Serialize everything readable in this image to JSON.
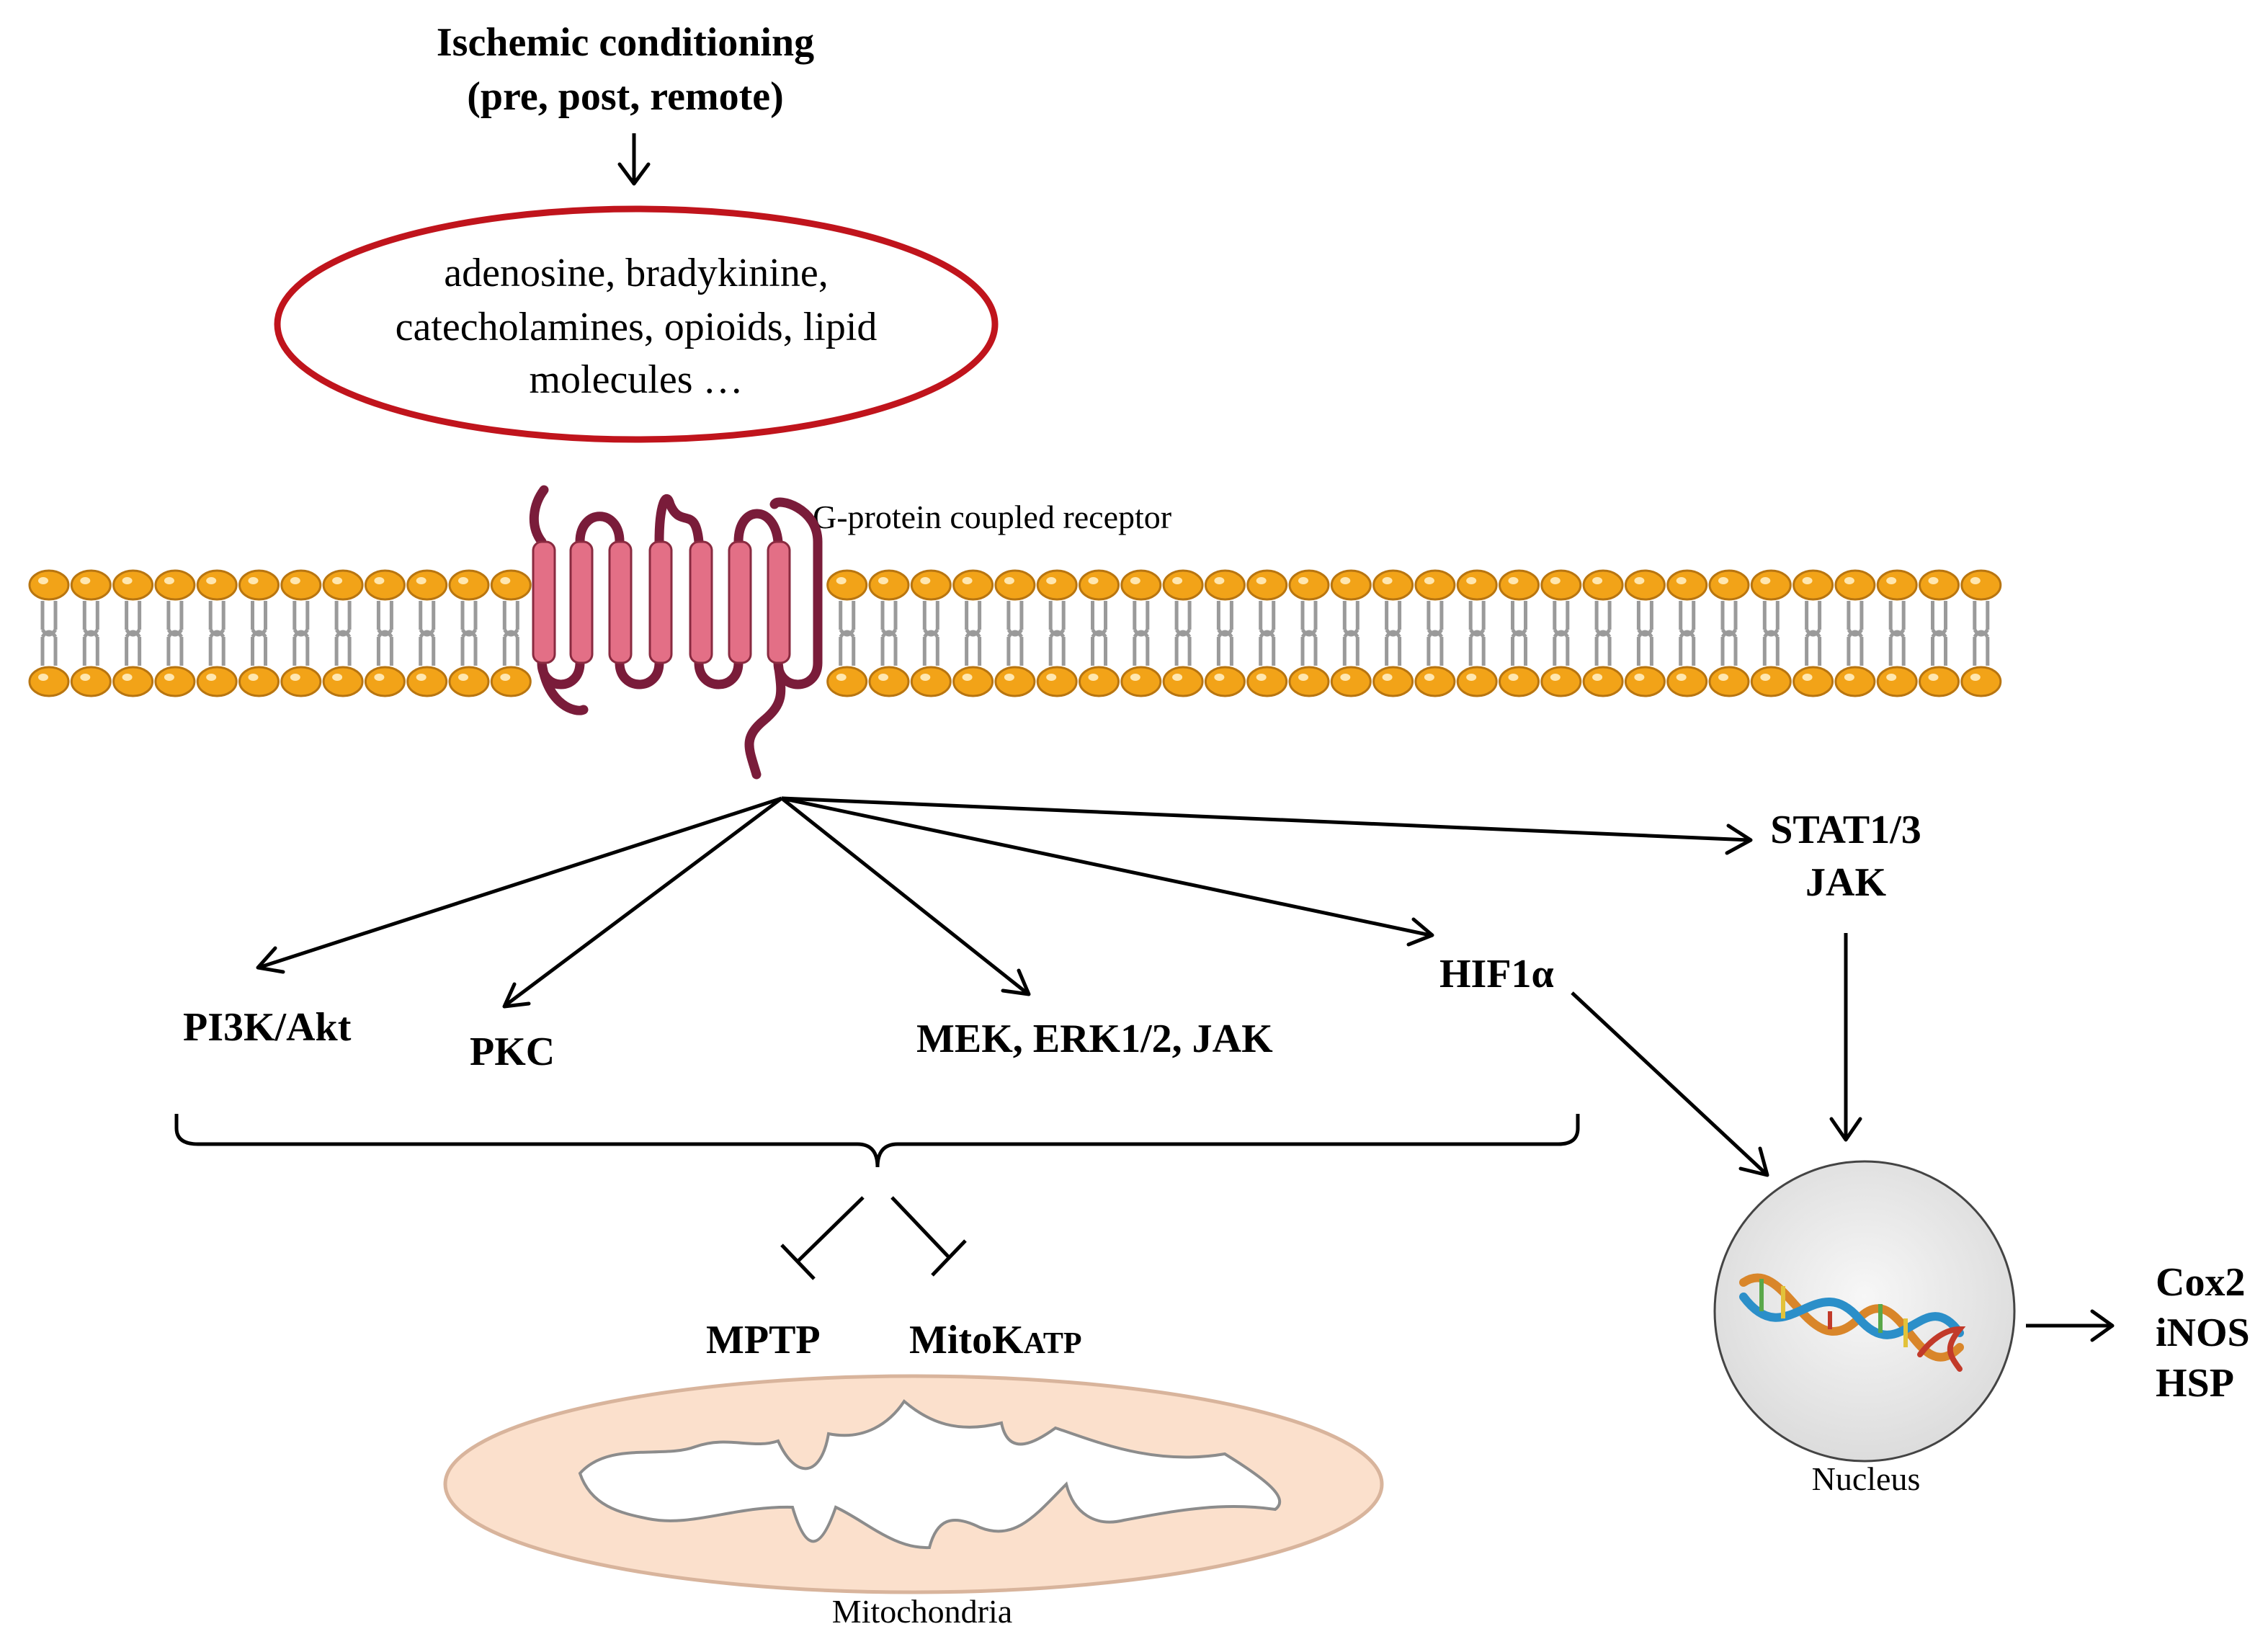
{
  "stimulus": {
    "line1": "Ischemic conditioning",
    "line2": "(pre, post, remote)"
  },
  "ligands": {
    "line1": "adenosine, bradykinine,",
    "line2": "catecholamines, opioids, lipid",
    "line3": "molecules …"
  },
  "receptor_label": "G-protein coupled receptor",
  "pathways": {
    "pi3k": "PI3K/Akt",
    "pkc": "PKC",
    "mek": "MEK, ERK1/2, JAK",
    "hif": "HIF1α",
    "stat": "STAT1/3",
    "jak": "JAK"
  },
  "targets": {
    "mptp": "MPTP",
    "mitokatp_main": "MitoK",
    "mitokatp_sub": "ATP"
  },
  "organelles": {
    "mitochondria": "Mitochondria",
    "nucleus": "Nucleus"
  },
  "genes": [
    "Cox2",
    "iNOS",
    "HSP"
  ],
  "colors": {
    "ellipse_outline": "#c0141c",
    "lipid_head": "#f2a318",
    "lipid_head_outline": "#b87510",
    "lipid_tail": "#9a9a9a",
    "receptor_helix": "#e36f86",
    "receptor_loop": "#7a1c3a",
    "mitochondria_fill": "#fbe0cc",
    "nucleus_fill": "#ececec"
  }
}
